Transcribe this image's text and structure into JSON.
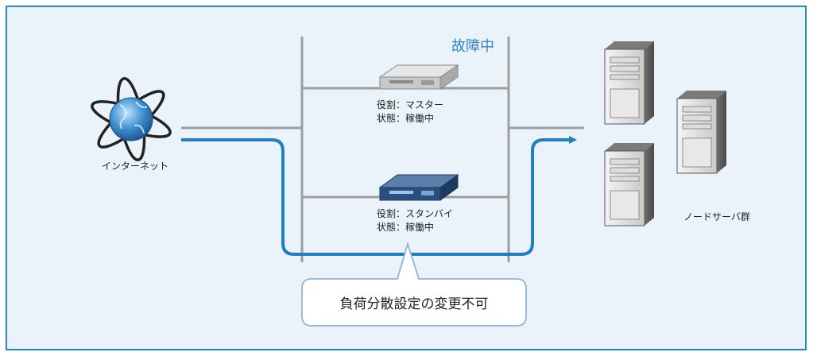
{
  "labels": {
    "internet": "インターネット",
    "fault": "故障中",
    "master_role": "役割：マスター",
    "master_state": "状態：稼働中",
    "standby_role": "役割：スタンバイ",
    "standby_state": "状態：稼働中",
    "node_servers": "ノードサーバ群",
    "callout": "負荷分散設定の変更不可"
  },
  "colors": {
    "frame_border": "#2b86c2",
    "frame_fill": "#eaf3f9",
    "line_gray": "#9e9e9e",
    "flow_blue": "#1f7fc0",
    "fault_text": "#2f86c8",
    "callout_border": "#8fb3d9"
  },
  "icons": {
    "internet": "globe-atom-icon",
    "master": "load-balancer-icon",
    "standby": "load-balancer-icon",
    "servers": "tower-server-icon"
  }
}
